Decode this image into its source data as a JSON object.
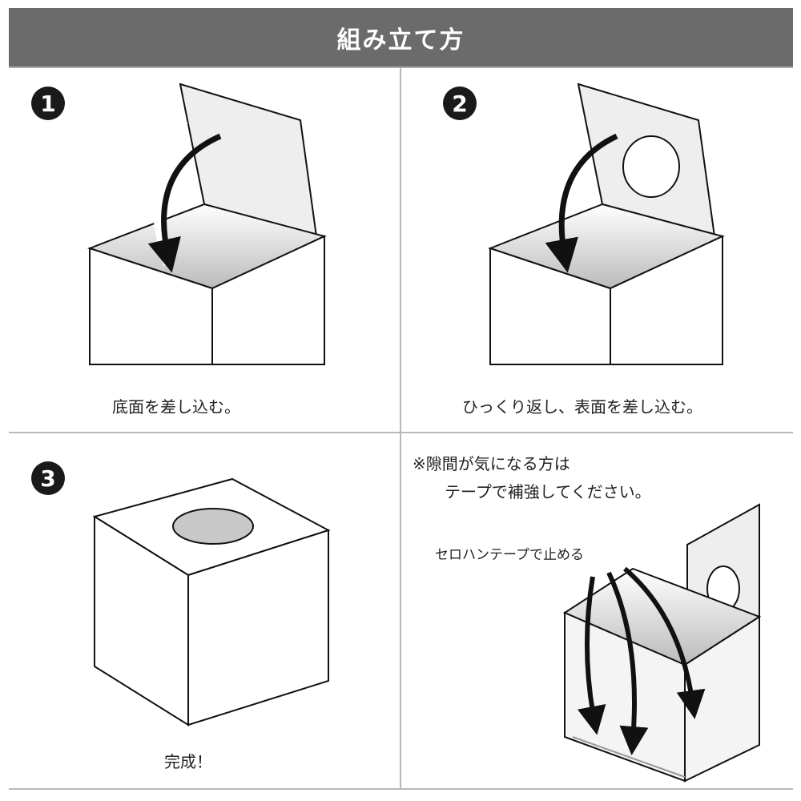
{
  "title": "組み立て方",
  "steps": [
    {
      "number": "1",
      "caption": "底面を差し込む。"
    },
    {
      "number": "2",
      "caption": "ひっくり返し、表面を差し込む。"
    },
    {
      "number": "3",
      "caption": "完成！"
    }
  ],
  "note": {
    "line1": "※隙間が気になる方は",
    "line2": "テープで補強してください。",
    "tape_label": "セロハンテープで止める"
  }
}
